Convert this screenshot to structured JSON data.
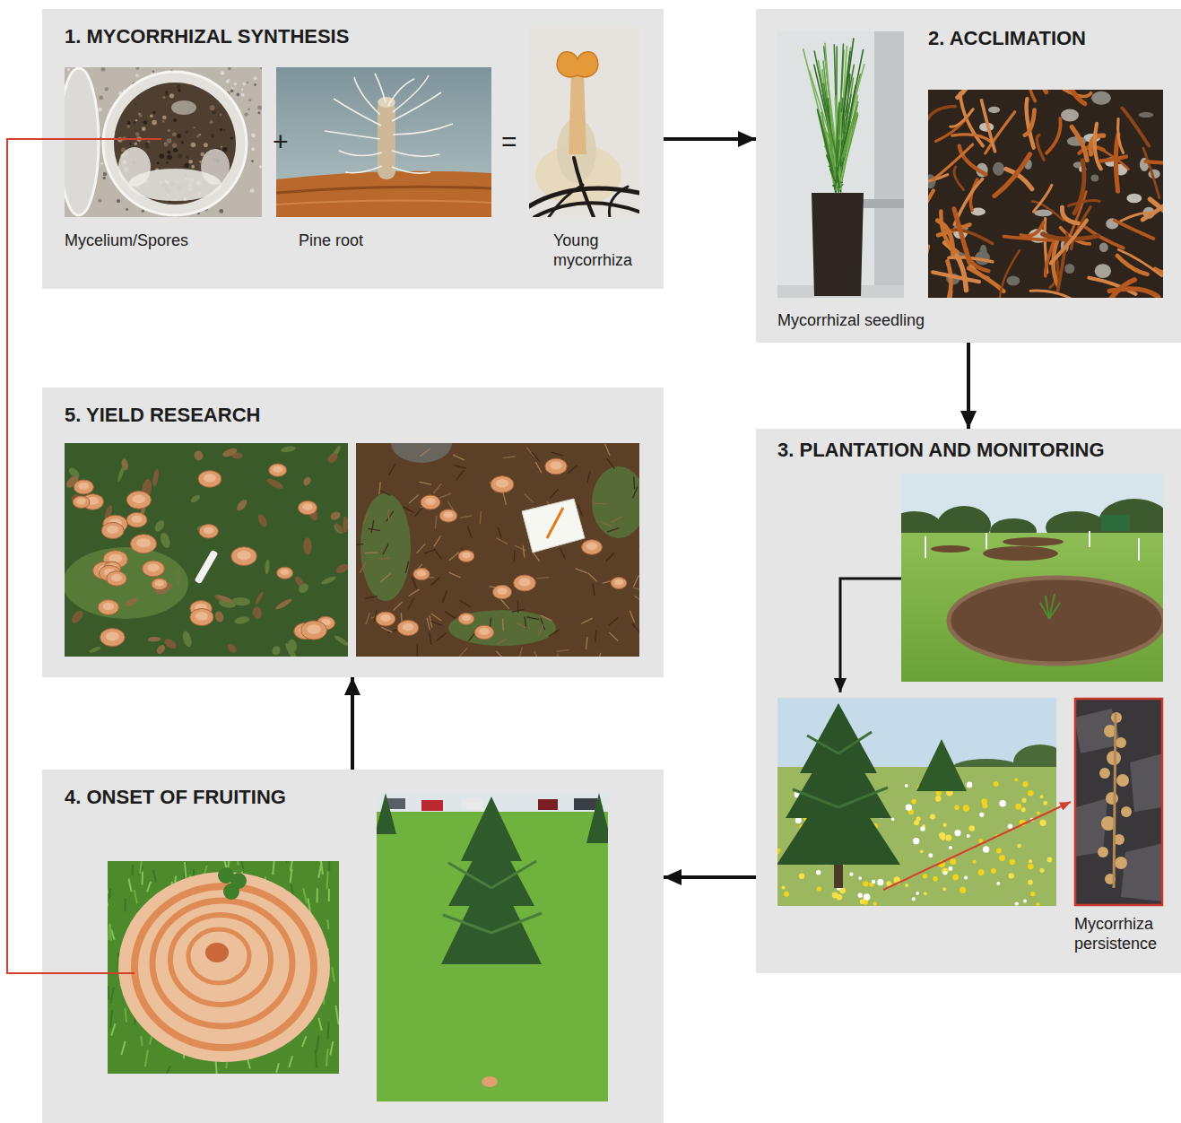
{
  "diagram": {
    "nodes": [
      {
        "text": [
          "1. MYCORRHIZAL SYNTHESIS"
        ]
      },
      {
        "text": [
          "Mycelium/Spores"
        ],
        "in": 0
      },
      {
        "text": [
          "Pine root"
        ],
        "in": 0
      },
      {
        "text": [
          "Young mycorrhiza"
        ],
        "in": 0
      },
      {
        "text": [
          "2. ACCLIMATION"
        ]
      },
      {
        "text": [
          "Mycorrhizal seedling"
        ],
        "in": 4
      },
      {
        "text": [
          "3. PLANTATION AND MONITORING"
        ]
      },
      {
        "text": [
          "Mycorrhiza persistence"
        ],
        "in": 6
      },
      {
        "text": [
          "4. ONSET OF FRUITING"
        ]
      },
      {
        "text": [
          "5. YIELD RESEARCH"
        ]
      }
    ],
    "edges": [
      {
        "from": 0,
        "to": 4,
        "arrow": "to"
      },
      {
        "from": 4,
        "to": 6,
        "arrow": "to"
      },
      {
        "from": 6,
        "to": 8,
        "arrow": "to"
      },
      {
        "from": 8,
        "to": 9,
        "arrow": "to"
      }
    ],
    "labels": [
      "+",
      "="
    ]
  }
}
